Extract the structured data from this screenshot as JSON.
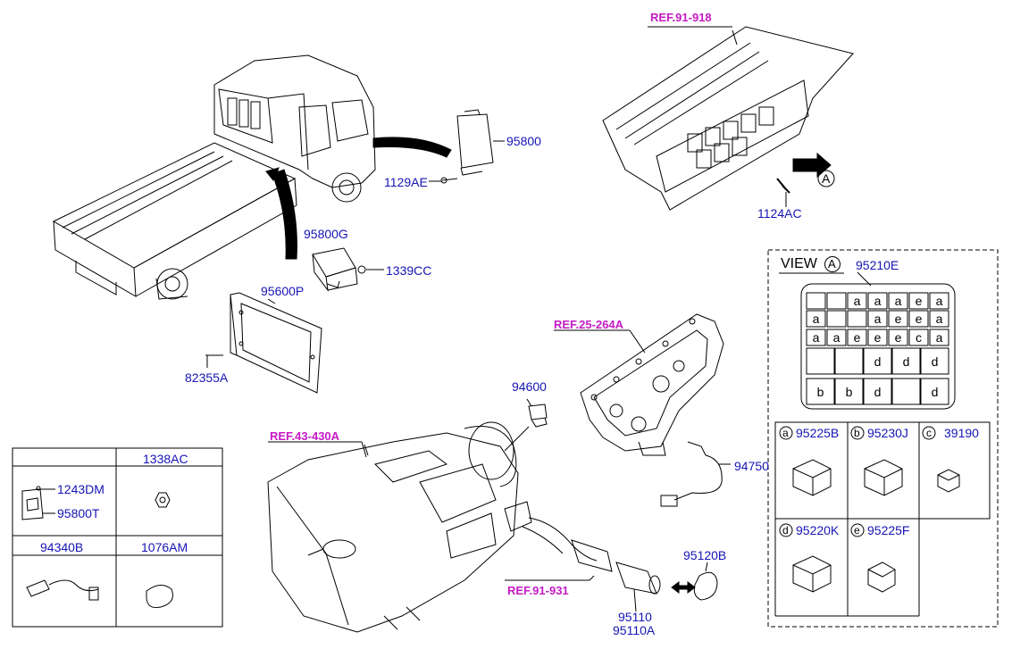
{
  "refs": {
    "r1": "REF.91-918",
    "r2": "REF.25-264A",
    "r3": "REF.43-430A",
    "r4": "REF.91-931"
  },
  "parts": {
    "p95800": "95800",
    "p1129ae": "1129AE",
    "p95800g": "95800G",
    "p1339cc": "1339CC",
    "p95600p": "95600P",
    "p82355a": "82355A",
    "p1124ac": "1124AC",
    "pA": "A",
    "p94600": "94600",
    "p94750": "94750",
    "p95120b": "95120B",
    "p95110": "95110",
    "p95110a": "95110A"
  },
  "view": {
    "title": "VIEW",
    "circle": "A",
    "part": "95210E",
    "grid": [
      [
        "",
        "",
        "a",
        "a",
        "a",
        "e",
        "a"
      ],
      [
        "a",
        "",
        "",
        "a",
        "e",
        "e",
        "a"
      ],
      [
        "a",
        "a",
        "e",
        "e",
        "e",
        "c",
        "a"
      ],
      [
        "",
        "",
        "d",
        "d",
        "d"
      ],
      [
        "b",
        "b",
        "d",
        "",
        "d"
      ]
    ],
    "relays": [
      {
        "key": "a",
        "part": "95225B"
      },
      {
        "key": "b",
        "part": "95230J"
      },
      {
        "key": "c",
        "part": "39190"
      },
      {
        "key": "d",
        "part": "95220K"
      },
      {
        "key": "e",
        "part": "95225F"
      }
    ]
  },
  "table": {
    "h1": "1338AC",
    "l1": "1243DM",
    "l2": "95800T",
    "h2": "94340B",
    "h3": "1076AM"
  }
}
